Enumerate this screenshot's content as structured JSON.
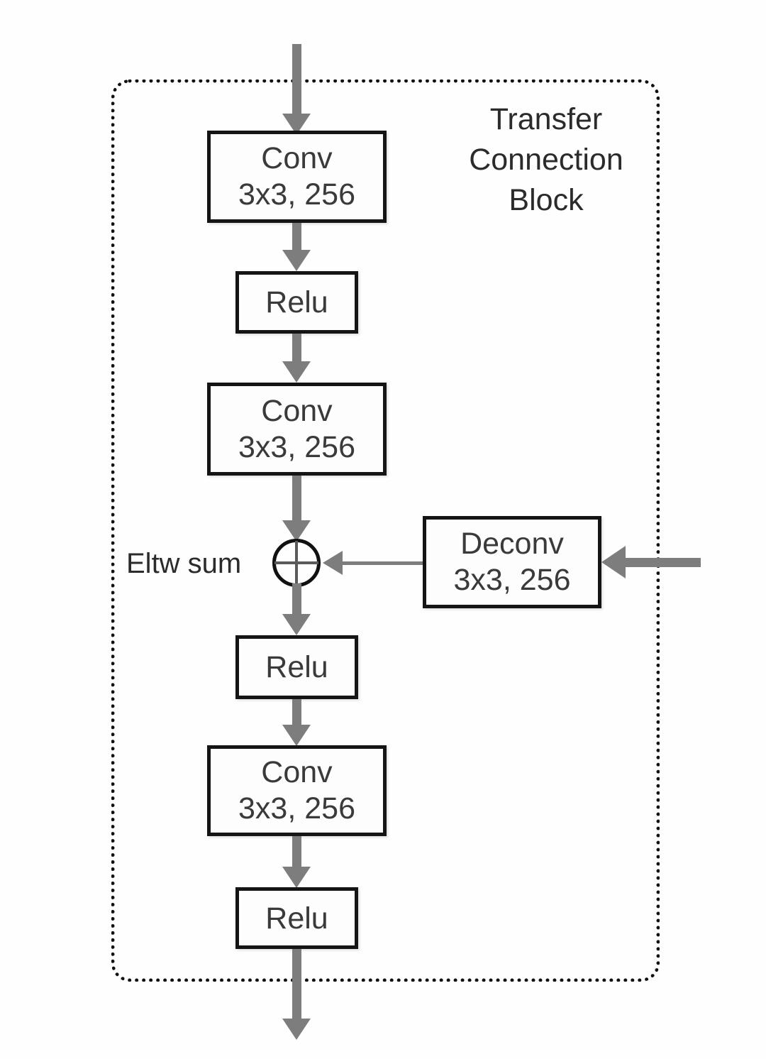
{
  "diagram": {
    "title": "Transfer Connection\nBlock",
    "title_lines": [
      "Transfer",
      "Connection",
      "Block"
    ],
    "colors": {
      "arrow": "#7d7d7d",
      "box_border": "#151515",
      "box_fill": "#fdfdfd",
      "container_border": "#111111",
      "text": "#2b2b2b"
    },
    "sum_label": "Eltw sum",
    "sum_symbol": "circled-plus",
    "nodes": {
      "conv1": {
        "line1": "Conv",
        "line2": "3x3, 256"
      },
      "relu1": {
        "line1": "Relu"
      },
      "conv2": {
        "line1": "Conv",
        "line2": "3x3, 256"
      },
      "deconv": {
        "line1": "Deconv",
        "line2": "3x3, 256"
      },
      "relu2": {
        "line1": "Relu"
      },
      "conv3": {
        "line1": "Conv",
        "line2": "3x3, 256"
      },
      "relu3": {
        "line1": "Relu"
      }
    },
    "edges": [
      {
        "from": "input-top",
        "to": "conv1",
        "style": "thick-gray-down"
      },
      {
        "from": "conv1",
        "to": "relu1",
        "style": "thick-gray-down"
      },
      {
        "from": "relu1",
        "to": "conv2",
        "style": "thick-gray-down"
      },
      {
        "from": "conv2",
        "to": "eltw-sum",
        "style": "thick-gray-down"
      },
      {
        "from": "input-right",
        "to": "deconv",
        "style": "thick-gray-left"
      },
      {
        "from": "deconv",
        "to": "eltw-sum",
        "style": "thin-gray-left"
      },
      {
        "from": "eltw-sum",
        "to": "relu2",
        "style": "thick-gray-down"
      },
      {
        "from": "relu2",
        "to": "conv3",
        "style": "thick-gray-down"
      },
      {
        "from": "conv3",
        "to": "relu3",
        "style": "thick-gray-down"
      },
      {
        "from": "relu3",
        "to": "output-bottom",
        "style": "thick-gray-down"
      }
    ]
  }
}
